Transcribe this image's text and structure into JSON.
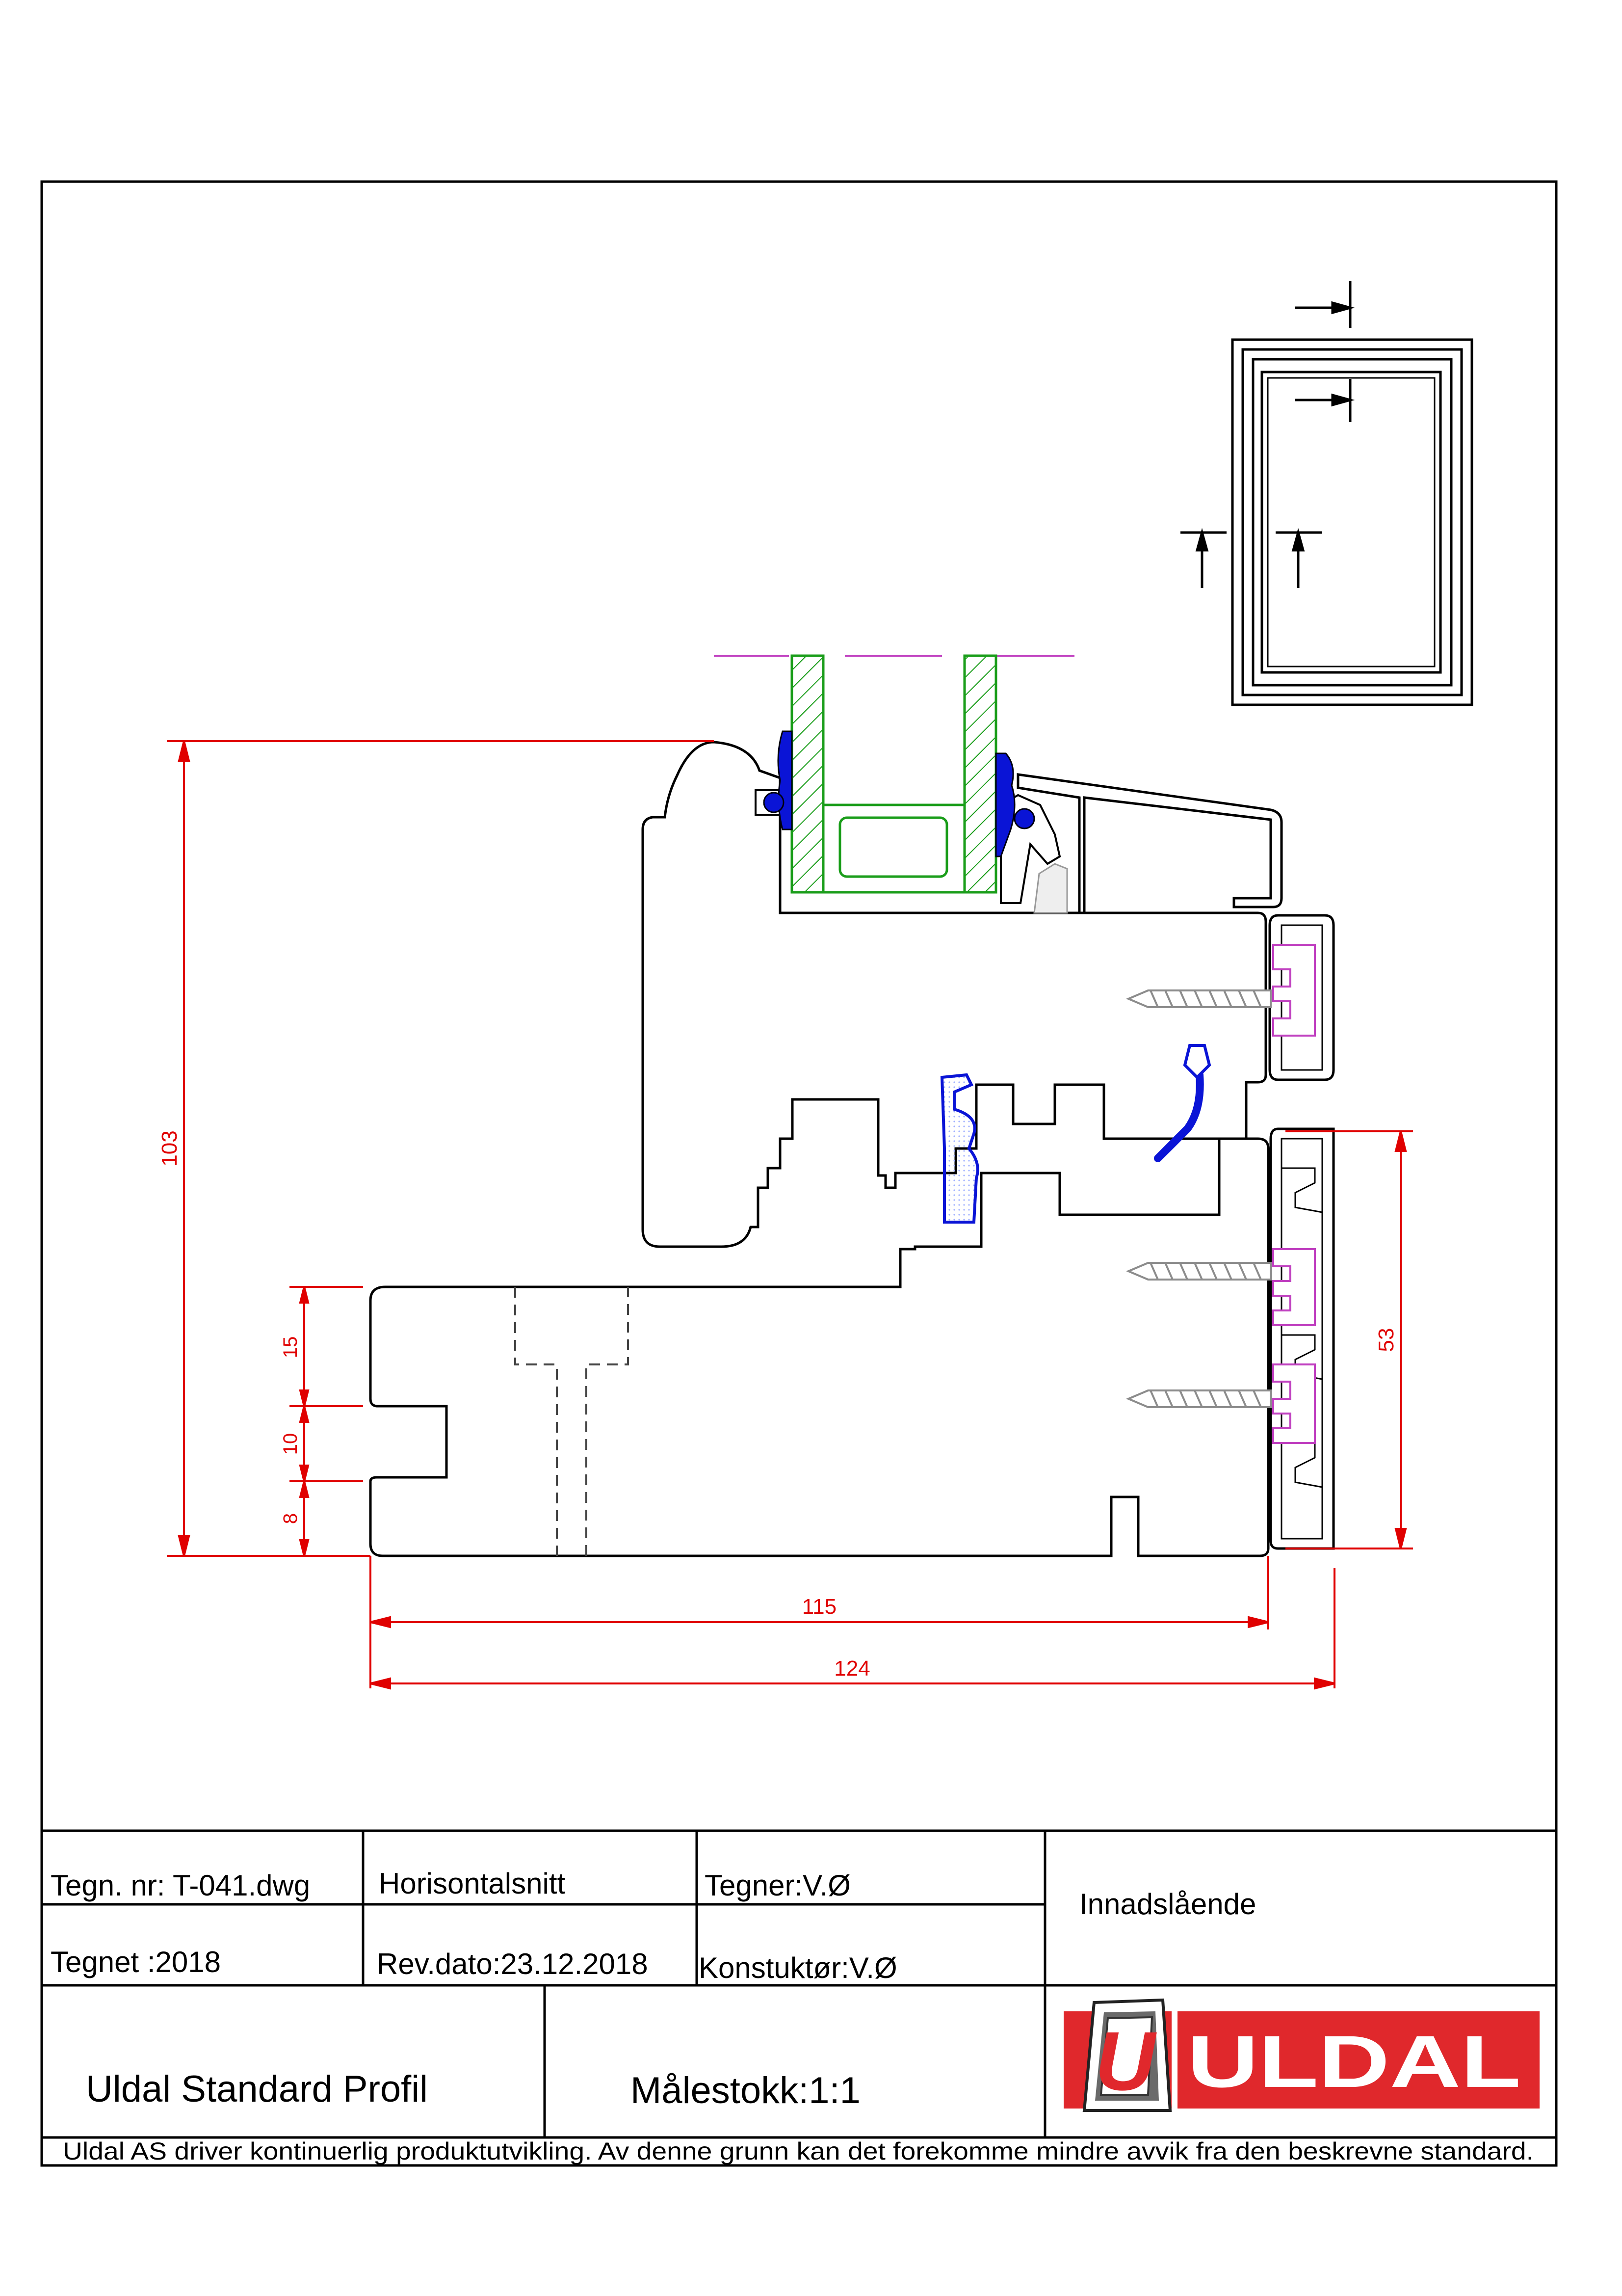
{
  "colors": {
    "dimension": "#e00000",
    "gasket": "#0a14d6",
    "glass": "#1a9d1a",
    "fitting": "#c040c0",
    "screw": "#9a9a9a",
    "logo_red": "#e0282c"
  },
  "dimensions": {
    "height_total": "103",
    "height_right": "53",
    "width_inner": "115",
    "width_outer": "124",
    "slot_top": "15",
    "slot_middle": "10",
    "slot_bottom": "8"
  },
  "title_block": {
    "drawing_number": "Tegn. nr: T-041.dwg",
    "section_type": "Horisontalsnitt",
    "drawn_by": "Tegner:V.Ø",
    "opening_type": "Innadslående",
    "drawn_year": "Tegnet :2018",
    "revision_date": "Rev.dato:23.12.2018",
    "designer": "Konstuktør:V.Ø",
    "profile_name": "Uldal Standard Profil",
    "scale": "Målestokk:1:1",
    "logo_letter": "U",
    "logo_text": "ULDAL",
    "disclaimer": "Uldal AS driver kontinuerlig produktutvikling. Av denne grunn kan det forekomme mindre avvik fra den beskrevne standard."
  }
}
